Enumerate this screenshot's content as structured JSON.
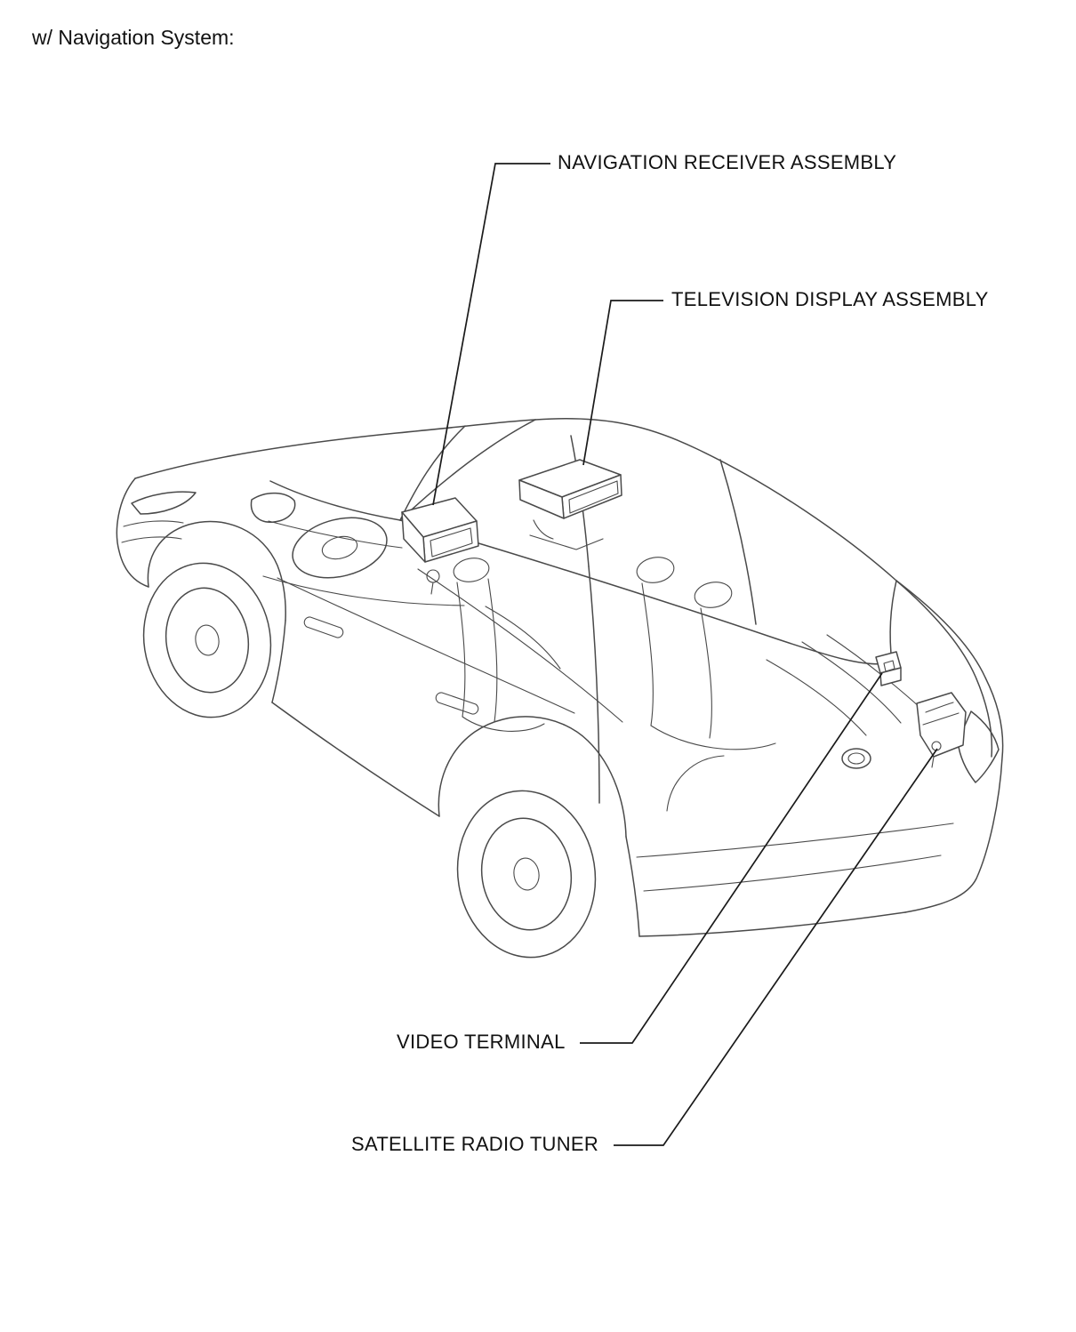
{
  "page": {
    "title": "w/ Navigation System:"
  },
  "diagram": {
    "labels": [
      {
        "text": "NAVIGATION RECEIVER ASSEMBLY"
      },
      {
        "text": "TELEVISION DISPLAY ASSEMBLY"
      },
      {
        "text": "VIDEO TERMINAL"
      },
      {
        "text": "SATELLITE RADIO TUNER"
      }
    ]
  },
  "colors": {
    "background": "#ffffff",
    "ink": "#4a4a4a",
    "label_text": "#111111",
    "leader_line": "#1a1a1a"
  }
}
